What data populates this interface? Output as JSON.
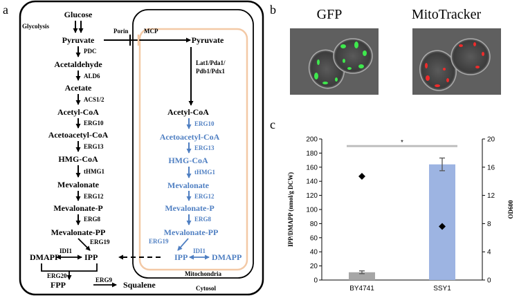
{
  "panel_labels": {
    "a": "a",
    "b": "b",
    "c": "c"
  },
  "colors": {
    "mito_pathway": "#4f7fc2",
    "mito_border": "#f3c9a6",
    "bar_by4741": "#a6a6a6",
    "bar_ssy1": "#9db4e2",
    "sig_line": "#bfbfbf"
  },
  "pathway": {
    "cytosol": {
      "metabolites": [
        "Glucose",
        "Pyruvate",
        "Acetaldehyde",
        "Acetate",
        "Acetyl-CoA",
        "Acetoacetyl-CoA",
        "HMG-CoA",
        "Mevalonate",
        "Mevalonate-P",
        "Mevalonate-PP",
        "DMAPP",
        "IPP",
        "FPP",
        "Squalene"
      ],
      "enzymes": {
        "glycolysis": "Glycolysis",
        "pdc": "PDC",
        "ald6": "ALD6",
        "acs": "ACS1/2",
        "erg10": "ERG10",
        "erg13": "ERG13",
        "thmg1": "tHMG1",
        "erg12": "ERG12",
        "erg8": "ERG8",
        "erg19": "ERG19",
        "idi1": "IDI1",
        "erg20": "ERG20",
        "erg9": "ERG9"
      }
    },
    "transport": {
      "porin": "Porin",
      "mcp": "MCP"
    },
    "mitochondria": {
      "metabolites": [
        "Pyruvate",
        "Acetyl-CoA",
        "Acetoacetyl-CoA",
        "HMG-CoA",
        "Mevalonate",
        "Mevalonate-P",
        "Mevalonate-PP",
        "IPP",
        "DMAPP"
      ],
      "enzymes": {
        "pdh": [
          "Lat1/Pda1/",
          "Pdb1/Pdx1"
        ],
        "erg10": "ERG10",
        "erg13": "ERG13",
        "thmg1": "tHMG1",
        "erg12": "ERG12",
        "erg8": "ERG8",
        "erg19": "ERG19",
        "idi1": "IDI1"
      }
    },
    "compartments": {
      "mitochondria": "Mitochondria",
      "cytosol": "Cytosol"
    }
  },
  "microscopy": {
    "gfp_title": "GFP",
    "mito_title": "MitoTracker"
  },
  "chart_data": {
    "type": "bar",
    "categories": [
      "BY4741",
      "SSY1"
    ],
    "series": [
      {
        "values": [
          11,
          164
        ],
        "errors": [
          2,
          9
        ],
        "axis": "left",
        "marker": "bar"
      },
      {
        "values": [
          14.7,
          7.6
        ],
        "axis": "right",
        "marker": "diamond"
      }
    ],
    "ylabel": "IPP/DMAPP (nmol/g DCW)",
    "ylabel2": "OD600",
    "ylim": [
      0,
      200
    ],
    "y2lim": [
      0,
      20
    ],
    "yticks": [
      "0",
      "20",
      "40",
      "60",
      "80",
      "100",
      "120",
      "140",
      "160",
      "180",
      "200"
    ],
    "y2ticks": [
      "0",
      "4",
      "8",
      "12",
      "16",
      "20"
    ],
    "significance": "*",
    "grid": false
  }
}
